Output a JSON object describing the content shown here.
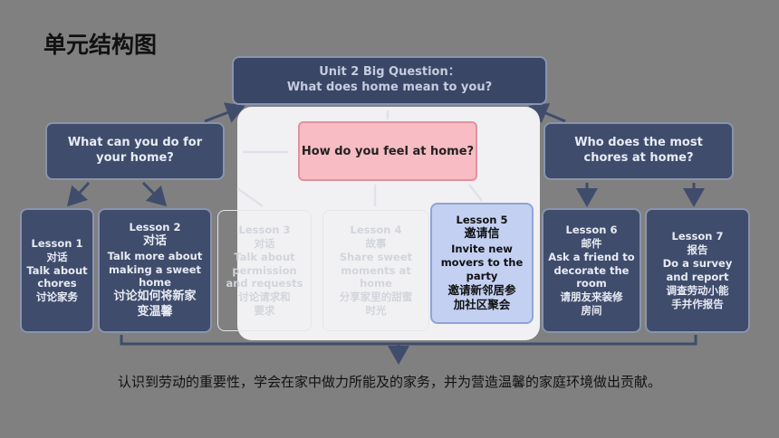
{
  "title": "单元结构图",
  "big_question": {
    "line1": "Unit 2 Big Question：",
    "line2": "What does home mean to you?"
  },
  "questions": {
    "left": "What can you do for your home?",
    "center": "How do you feel at home?",
    "right": "Who does the most chores at home?"
  },
  "lessons": [
    {
      "label": "Lesson 1",
      "lines": [
        "对话",
        "Talk about",
        "chores",
        "讨论家务"
      ]
    },
    {
      "label": "Lesson 2",
      "lines": [
        "对话",
        "Talk more about",
        "making a sweet",
        "home",
        "讨论如何将新家",
        "变温馨"
      ]
    },
    {
      "label": "Lesson 3",
      "lines": [
        "对话",
        "Talk about",
        "permission",
        "and requests",
        "讨论请求和",
        "要求"
      ]
    },
    {
      "label": "Lesson 4",
      "lines": [
        "故事",
        "Share sweet",
        "moments at",
        "home",
        "分享家里的甜蜜",
        "时光"
      ]
    },
    {
      "label": "Lesson 5",
      "lines": [
        "邀请信",
        "Invite new",
        "movers to the",
        "party",
        "邀请新邻居参",
        "加社区聚会"
      ]
    },
    {
      "label": "Lesson 6",
      "lines": [
        "邮件",
        "Ask a friend to",
        "decorate the",
        "room",
        "请朋友来装修",
        "房间"
      ]
    },
    {
      "label": "Lesson 7",
      "lines": [
        "报告",
        "Do a survey",
        "and report",
        "调查劳动小能",
        "手并作报告"
      ]
    }
  ],
  "summary": "认识到劳动的重要性，学会在家中做力所能及的家务，并为营造温馨的家庭环境做出贡献。",
  "colors": {
    "background": "#808080",
    "box_fill": "#3f4c6c",
    "box_border": "#8a94ad",
    "center_question": "#f8bcc4",
    "lesson5": "#c3d0f2"
  }
}
